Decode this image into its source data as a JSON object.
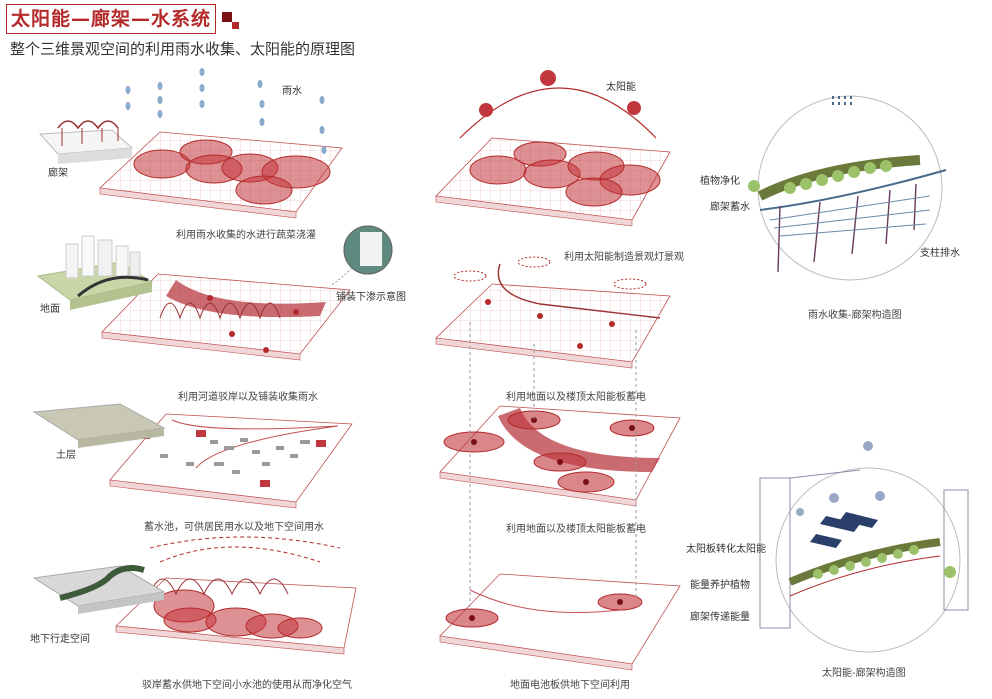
{
  "title": "太阳能—廊架—水系统",
  "subtitle": "整个三维景观空间的利用雨水收集、太阳能的原理图",
  "left_column": {
    "row1": {
      "side_label": "廊架",
      "note": "雨水",
      "caption": "利用雨水收集的水进行蔬菜浇灌"
    },
    "row2": {
      "side_label": "地面",
      "note": "铺装下渗示意图",
      "caption": "利用河道驳岸以及铺装收集雨水"
    },
    "row3": {
      "side_label": "土层",
      "caption": "蓄水池，可供居民用水以及地下空间用水"
    },
    "row4": {
      "side_label": "地下行走空间",
      "caption": "驳岸蓄水供地下空间小水池的使用从而净化空气"
    }
  },
  "middle_column": {
    "row1": {
      "note": "太阳能",
      "caption": "利用太阳能制造景观灯景观"
    },
    "row2": {
      "caption": "利用地面以及楼顶太阳能板蓄电"
    },
    "row3": {
      "caption": "利用地面以及楼顶太阳能板蓄电"
    },
    "row4": {
      "caption": "地面电池板供地下空间利用"
    }
  },
  "right_top": {
    "labels": [
      "植物净化",
      "廊架蓄水",
      "支柱排水"
    ],
    "caption": "雨水收集-廊架构造图"
  },
  "right_bottom": {
    "labels": [
      "太阳板转化太阳能",
      "能量养护植物",
      "廊架传递能量"
    ],
    "caption": "太阳能-廊架构造图"
  },
  "colors": {
    "accent": "#b42a2a",
    "dark": "#7a0f14",
    "grid": "#e6a9a9",
    "water": "#8aaacb"
  }
}
